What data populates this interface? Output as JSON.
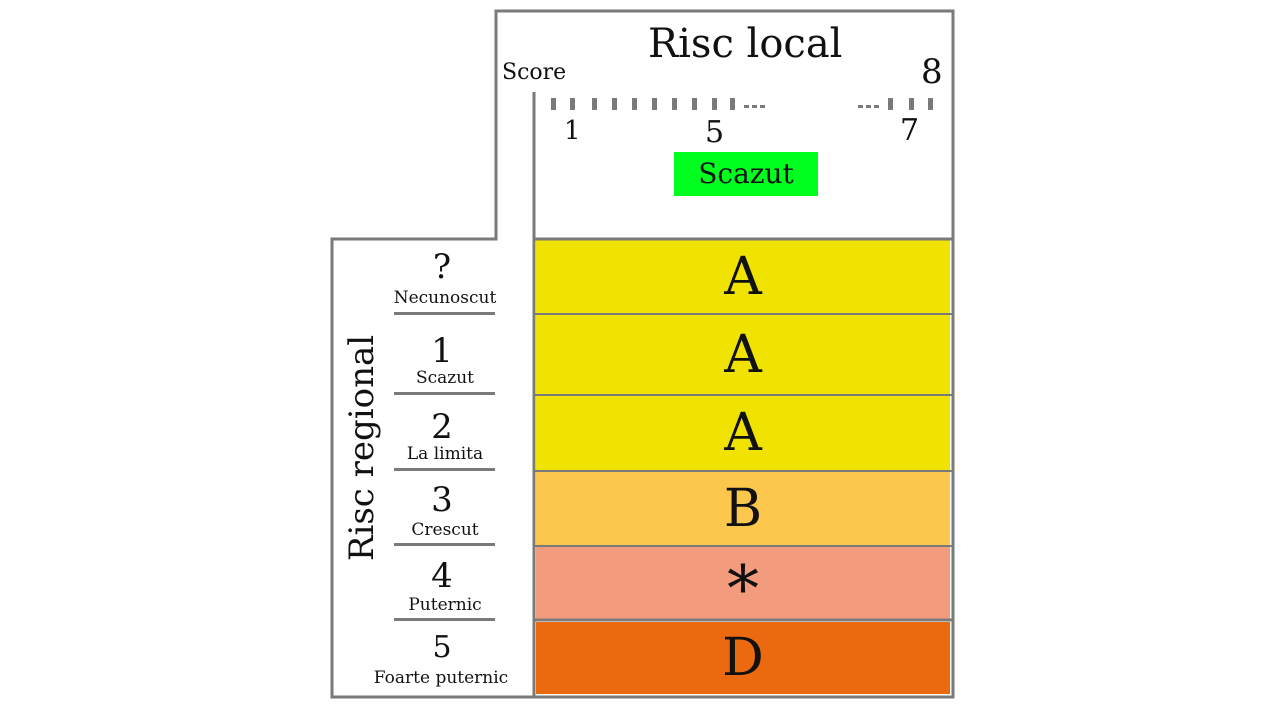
{
  "local_risk": {
    "title": "Risc local",
    "score_label": "Score",
    "max_value": "8",
    "tick_labels": [
      "1",
      "5",
      "7"
    ],
    "status_label": "Scazut",
    "status_color": "#00ff1e"
  },
  "regional_risk": {
    "title": "Risc regional",
    "levels": [
      {
        "number": "?",
        "label": "Necunoscut"
      },
      {
        "number": "1",
        "label": "Scazut"
      },
      {
        "number": "2",
        "label": "La limita"
      },
      {
        "number": "3",
        "label": "Crescut"
      },
      {
        "number": "4",
        "label": "Puternic"
      },
      {
        "number": "5",
        "label": "Foarte puternic"
      }
    ]
  },
  "result_bands": [
    {
      "letter": "A",
      "color": "#f0e302"
    },
    {
      "letter": "A",
      "color": "#f0e302"
    },
    {
      "letter": "A",
      "color": "#f0e302"
    },
    {
      "letter": "B",
      "color": "#fbc74c"
    },
    {
      "letter": "*",
      "color": "#f39b7d"
    },
    {
      "letter": "D",
      "color": "#eb6a0f"
    }
  ]
}
